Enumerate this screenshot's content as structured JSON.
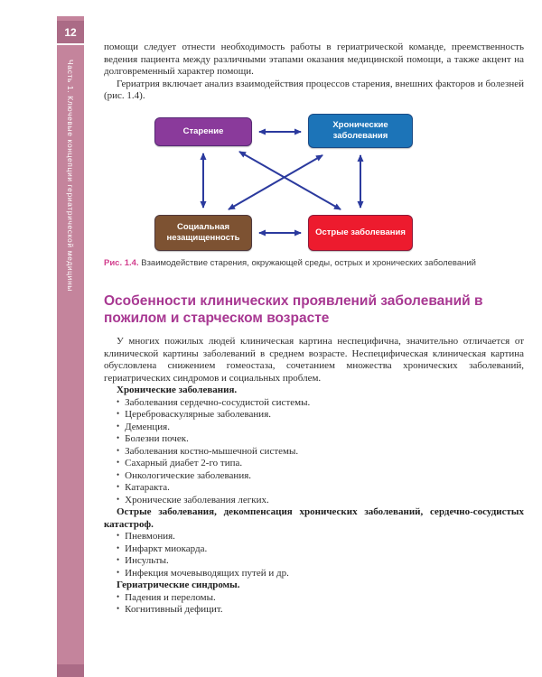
{
  "page": {
    "number": "12",
    "sidebar_text": "Часть 1. Ключевые концепции гериатрической медицины",
    "sidebar_color": "#c4849c",
    "sidebar_tab_color": "#ab6b86"
  },
  "intro": {
    "p1": "помощи следует отнести необходимость работы в гериатрической команде, преемственность ведения пациента между различными этапами оказания медицинской помощи, а также акцент на долговременный характер помощи.",
    "p2": "Гериатрия включает анализ взаимодействия процессов старения, внешних факторов и болезней (рис. 1.4)."
  },
  "figure": {
    "boxes": [
      {
        "id": "aging",
        "label": "Старение",
        "color": "#8a3a9b"
      },
      {
        "id": "chronic",
        "label": "Хронические заболевания",
        "color": "#1c74b8"
      },
      {
        "id": "social",
        "label": "Социальная незащищенность",
        "color": "#7d5232"
      },
      {
        "id": "acute",
        "label": "Острые заболевания",
        "color": "#ed1b2e"
      }
    ],
    "arrow_color": "#2b3a9e",
    "caption_label": "Рис. 1.4.",
    "caption_text": " Взаимодействие старения, окружающей среды, острых и хронических заболеваний"
  },
  "section": {
    "heading": "Особенности клинических проявлений заболеваний в пожилом и старческом возрасте",
    "heading_color": "#a83892",
    "intro": "У многих пожилых людей клиническая картина неспецифична, значительно отличается от клинической картины заболеваний в среднем возрасте. Неспецифическая клиническая картина обусловлена снижением гомеостаза, сочетанием множества хронических заболеваний, гериатрических синдромов и социальных проблем.",
    "groups": [
      {
        "title": "Хронические заболевания.",
        "items": [
          "Заболевания сердечно-сосудистой системы.",
          "Цереброваскулярные заболевания.",
          "Деменция.",
          "Болезни почек.",
          "Заболевания костно-мышечной системы.",
          "Сахарный диабет 2-го типа.",
          "Онкологические заболевания.",
          "Катаракта.",
          "Хронические заболевания легких."
        ]
      },
      {
        "title": "Острые заболевания, декомпенсация хронических заболеваний, сердечно-сосудистых катастроф.",
        "items": [
          "Пневмония.",
          "Инфаркт миокарда.",
          "Инсульты.",
          "Инфекция мочевыводящих путей и др."
        ]
      },
      {
        "title": "Гериатрические синдромы.",
        "items": [
          "Падения и переломы.",
          "Когнитивный дефицит."
        ]
      }
    ]
  }
}
